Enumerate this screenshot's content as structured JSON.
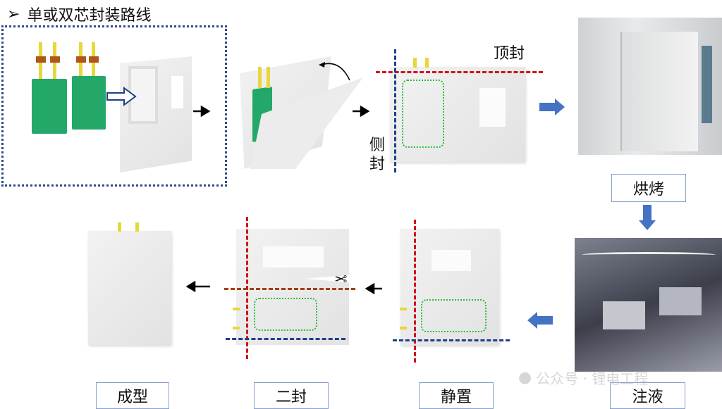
{
  "title": {
    "bullet": "➢",
    "text": "单或双芯封装路线"
  },
  "labels": {
    "top_seal": "顶封",
    "side_seal_1": "侧",
    "side_seal_2": "封",
    "bake": "烘烤",
    "inject": "注液",
    "rest": "静置",
    "second_seal": "二封",
    "forming": "成型"
  },
  "watermark": "公众号 · 锂电工程",
  "colors": {
    "red": "#d0121b",
    "blue": "#1f3f8a",
    "brown": "#a0400f",
    "arrow_blue": "#4472c4",
    "green": "#24a86a"
  }
}
